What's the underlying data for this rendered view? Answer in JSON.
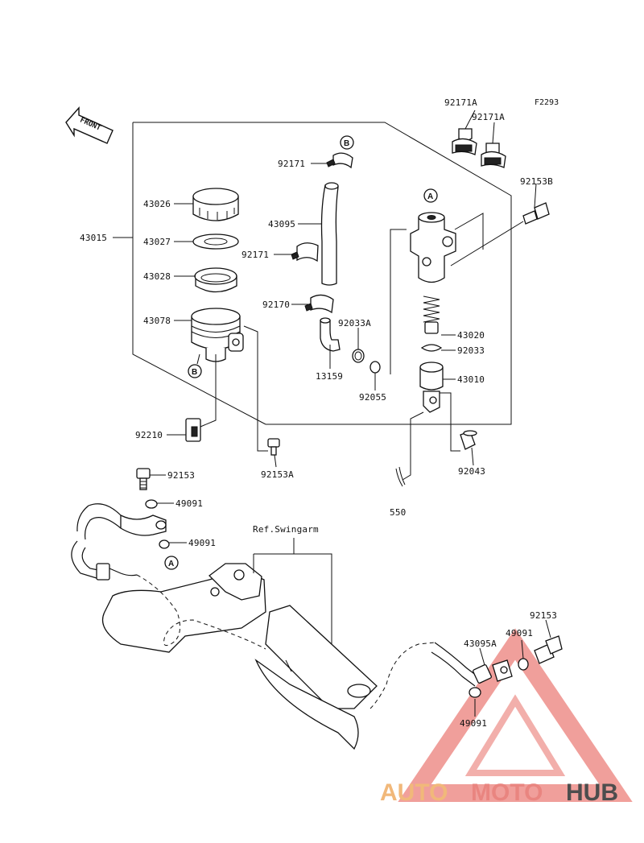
{
  "figure_code": "F2293",
  "front_label": "FRONT",
  "ref_label": "Ref.Swingarm",
  "circle_markers": [
    "A",
    "B"
  ],
  "watermark": {
    "part1": "AUTO",
    "part2": "MOTO",
    "part3": "HUB"
  },
  "parts": {
    "p43015": "43015",
    "p43026": "43026",
    "p43027": "43027",
    "p43028": "43028",
    "p43078": "43078",
    "p92210": "92210",
    "p92171a": "92171",
    "p43095": "43095",
    "p92171b": "92171",
    "p92170": "92170",
    "p13159": "13159",
    "p92033A": "92033A",
    "p92055": "92055",
    "p92171A1": "92171A",
    "p92171A2": "92171A",
    "p92153B": "92153B",
    "p43020": "43020",
    "p92033": "92033",
    "p43010": "43010",
    "p92043": "92043",
    "p92153A": "92153A",
    "p550": "550",
    "p92153top": "92153",
    "p49091a": "49091",
    "p49091b": "49091",
    "p92153bot": "92153",
    "p43095A": "43095A",
    "p49091c": "49091",
    "p49091d": "49091"
  }
}
